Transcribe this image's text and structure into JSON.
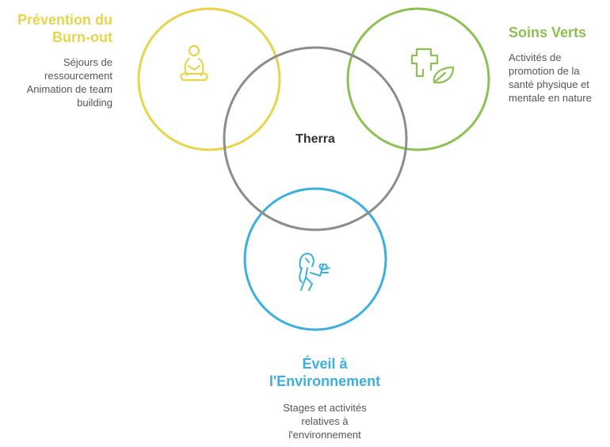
{
  "center": {
    "label": "Therra",
    "color": "#8c8c8c"
  },
  "circles": [
    {
      "id": "burnout",
      "color": "#e8d44a",
      "icon": "meditation-person-icon",
      "title_lines": [
        "Prévention du",
        "Burn-out"
      ],
      "description_lines": [
        "Séjours de",
        "ressourcement",
        "Animation de team",
        "building"
      ]
    },
    {
      "id": "soins",
      "color": "#8cc152",
      "icon": "medical-cross-leaf-icon",
      "title_lines": [
        "Soins Verts"
      ],
      "description_lines": [
        "Activités de",
        "promotion de la",
        "santé physique et",
        "mentale en nature"
      ]
    },
    {
      "id": "eveil",
      "color": "#3bb0e0",
      "icon": "nature-woman-icon",
      "title_lines": [
        "Éveil à",
        "l'Environnement"
      ],
      "description_lines": [
        "Stages et activités",
        "relatives à",
        "l'environnement"
      ]
    }
  ]
}
